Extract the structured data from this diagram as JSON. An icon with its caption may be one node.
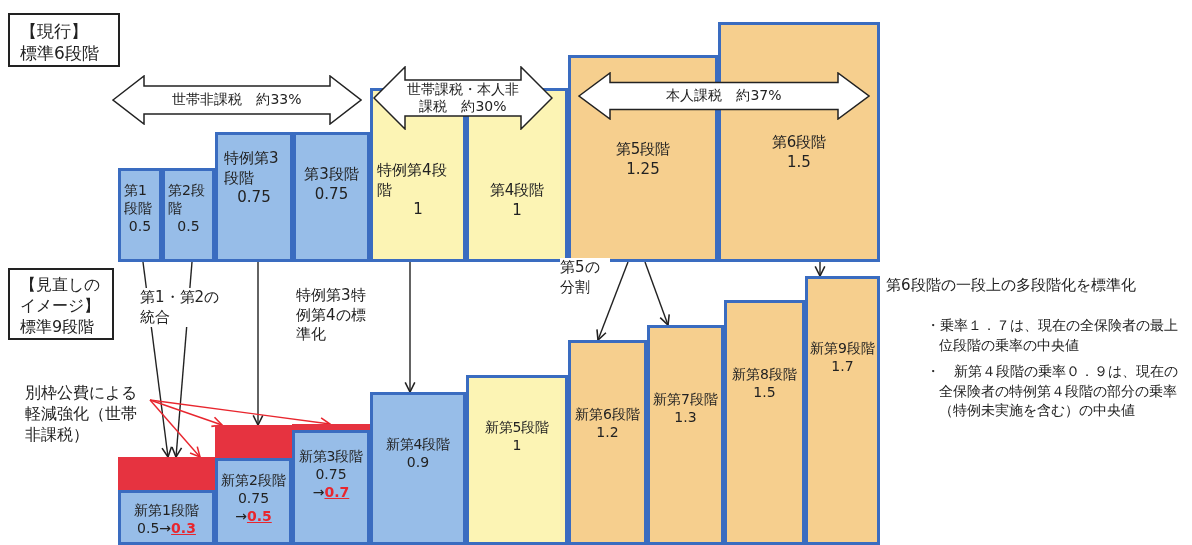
{
  "diagram": {
    "nodes": [
      {
        "text": [
          "【現行】標準6段階"
        ]
      },
      {
        "text": [
          "第1段階",
          "0.5"
        ]
      },
      {
        "text": [
          "第2段階",
          "0.5"
        ]
      },
      {
        "text": [
          "特例第3段階",
          "0.75"
        ]
      },
      {
        "text": [
          "第3段階",
          "0.75"
        ]
      },
      {
        "text": [
          "特例第4段階",
          "1"
        ]
      },
      {
        "text": [
          "第4段階",
          "1"
        ]
      },
      {
        "text": [
          "第5段階",
          "1.25"
        ]
      },
      {
        "text": [
          "第6段階",
          "1.5"
        ]
      },
      {
        "text": [
          "世帯非課税　約33%"
        ]
      },
      {
        "text": [
          "世帯課税・本人非課税　約30%"
        ]
      },
      {
        "text": [
          "本人課税　約37%"
        ]
      },
      {
        "text": [
          "【見直しのイメージ】標準9段階"
        ]
      },
      {
        "text": [
          "新第1段階",
          "0.5→",
          "0.3"
        ]
      },
      {
        "text": [
          "新第2段階",
          "0.75",
          "→",
          "0.5"
        ]
      },
      {
        "text": [
          "新第3段階",
          "0.75",
          "→",
          "0.7"
        ]
      },
      {
        "text": [
          "新第4段階",
          "0.9"
        ]
      },
      {
        "text": [
          "新第5段階",
          "1"
        ]
      },
      {
        "text": [
          "新第6段階",
          "1.2"
        ]
      },
      {
        "text": [
          "新第7段階",
          "1.3"
        ]
      },
      {
        "text": [
          "新第8段階",
          "1.5"
        ]
      },
      {
        "text": [
          "新第9段階",
          "1.7"
        ]
      },
      {
        "text": [],
        "shape": "bar"
      },
      {
        "text": [],
        "shape": "bar"
      },
      {
        "text": [],
        "shape": "bar"
      },
      {
        "text": [
          "別枠公費による軽減強化（世帯非課税）"
        ]
      }
    ],
    "edges": [
      {
        "from": 1,
        "to": 22,
        "arrow": "to",
        "label": "第1・第2の統合"
      },
      {
        "from": 2,
        "to": 22,
        "arrow": "to"
      },
      {
        "from": 3,
        "to": 23,
        "arrow": "to",
        "label": "特例第3特例第4の標準化"
      },
      {
        "from": 5,
        "to": 16,
        "arrow": "to"
      },
      {
        "from": 7,
        "to": 18,
        "arrow": "to",
        "label": "第5の分割"
      },
      {
        "from": 7,
        "to": 19,
        "arrow": "to"
      },
      {
        "from": 8,
        "to": 21,
        "arrow": "to",
        "label": "第6段階の一段上の多段階化を標準化"
      },
      {
        "from": 25,
        "to": 22,
        "arrow": "to",
        "color": "#e8262e"
      },
      {
        "from": 25,
        "to": 23,
        "arrow": "to",
        "color": "#e8262e"
      },
      {
        "from": 25,
        "to": 24,
        "arrow": "to",
        "color": "#e8262e"
      }
    ],
    "labels": [
      "・乗率１．７は、現在の全保険者の最上位段階の乗率の中央値",
      "・　新第４段階の乗率０．９は、現在の全保険者の特例第４段階の部分の乗率（特例未実施を含む）の中央値"
    ]
  }
}
